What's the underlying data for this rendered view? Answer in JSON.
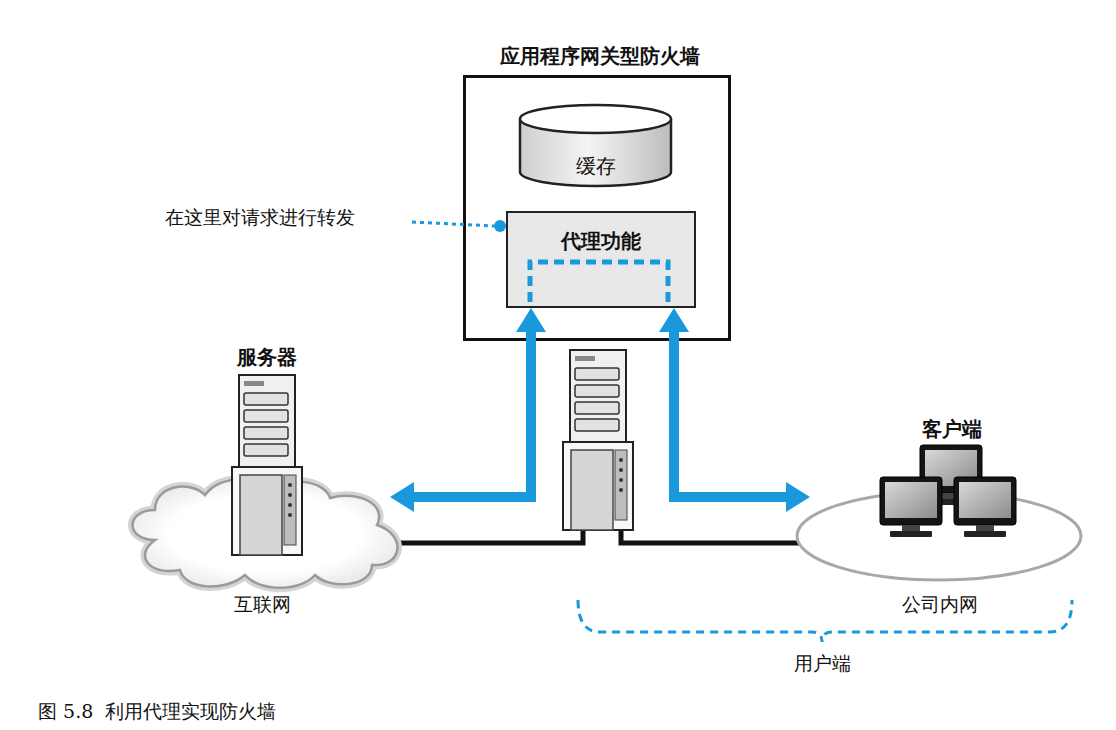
{
  "diagram": {
    "caption": "图 5.8  利用代理实现防火墙",
    "nodes": [
      {
        "text": [
          "应用程序网关型防火墙"
        ]
      },
      {
        "text": [
          "缓存"
        ],
        "in": 0
      },
      {
        "text": [
          "代理功能"
        ],
        "in": 0
      },
      {
        "text": [
          "服务器"
        ]
      },
      {
        "text": [
          "互联网"
        ]
      },
      {
        "text": [
          "客户端"
        ]
      },
      {
        "text": [
          "公司内网"
        ]
      }
    ],
    "edges": [
      {
        "from": 2,
        "to": 4,
        "arrow": "both"
      },
      {
        "from": 2,
        "to": 6,
        "arrow": "both"
      }
    ],
    "labels": [
      "在这里对请求进行转发",
      "用户端"
    ]
  }
}
